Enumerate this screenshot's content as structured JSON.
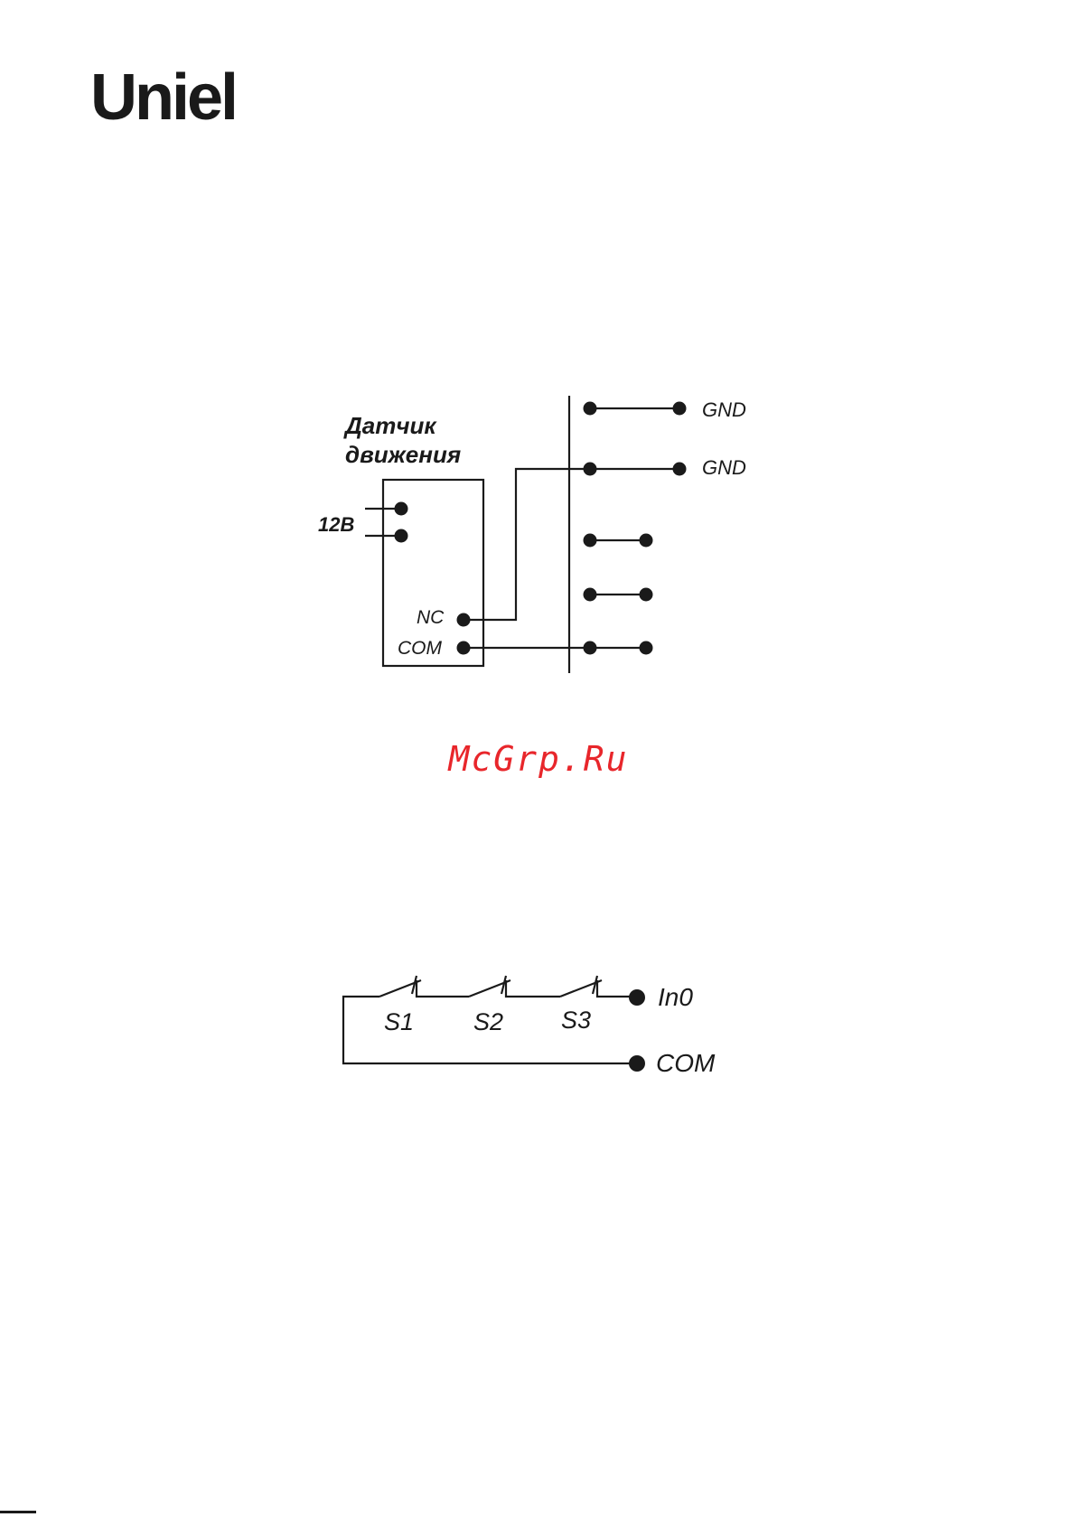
{
  "brand": {
    "logo_text": "Uniel"
  },
  "diagram1": {
    "sensor_label_line1": "Датчик",
    "sensor_label_line2": "движения",
    "power_label": "12В",
    "nc_label": "NC",
    "com_label": "COM",
    "gnd_label_1": "GND",
    "gnd_label_2": "GND"
  },
  "diagram2": {
    "switch_labels": [
      "S1",
      "S2",
      "S3"
    ],
    "input_label": "In0",
    "com_label": "COM"
  },
  "watermark": {
    "text": "McGrp.Ru"
  },
  "colors": {
    "ink": "#1a1a1a",
    "watermark": "#e8262b",
    "background": "#ffffff"
  }
}
